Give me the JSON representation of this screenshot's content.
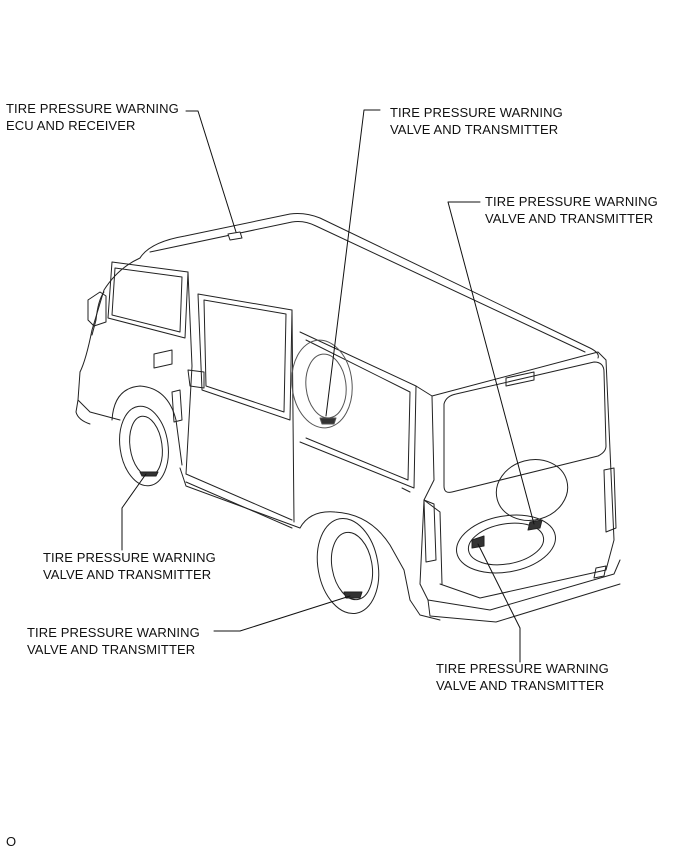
{
  "callouts": {
    "ecu": {
      "line1": "TIRE PRESSURE WARNING",
      "line2": "ECU AND RECEIVER"
    },
    "spare_upper": {
      "line1": "TIRE PRESSURE WARNING",
      "line2": "VALVE AND TRANSMITTER"
    },
    "rear_right": {
      "line1": "TIRE PRESSURE WARNING",
      "line2": "VALVE AND TRANSMITTER"
    },
    "front_left": {
      "line1": "TIRE PRESSURE WARNING",
      "line2": "VALVE AND TRANSMITTER"
    },
    "rear_left": {
      "line1": "TIRE PRESSURE WARNING",
      "line2": "VALVE AND TRANSMITTER"
    },
    "spare_lower": {
      "line1": "TIRE PRESSURE WARNING",
      "line2": "VALVE AND TRANSMITTER"
    }
  },
  "figure_code": "O"
}
